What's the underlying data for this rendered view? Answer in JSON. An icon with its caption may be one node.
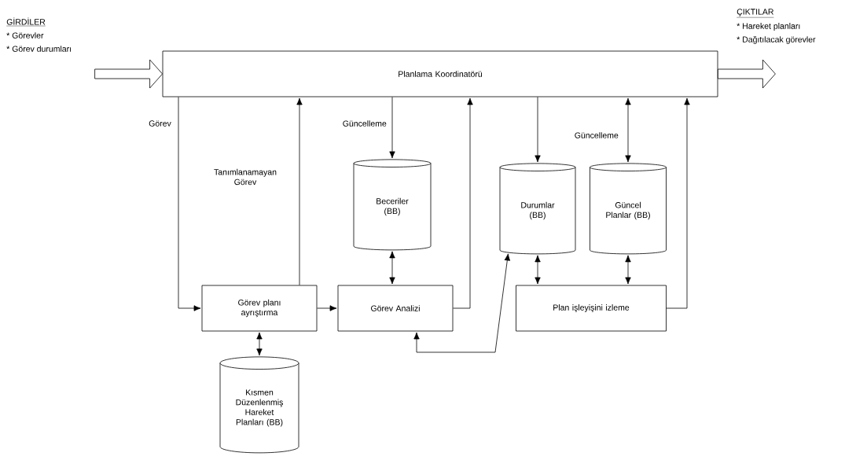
{
  "diagram": {
    "nodes": [
      {
        "text": [
          "Planlama Koordinatörü"
        ]
      },
      {
        "text": [
          "Beceriler (BB)"
        ]
      },
      {
        "text": [
          "Durumlar (BB)"
        ]
      },
      {
        "text": [
          "Güncel Planlar (BB)"
        ]
      },
      {
        "text": [
          "Görev planı ayrıştırma"
        ]
      },
      {
        "text": [
          "Görev Analizi"
        ]
      },
      {
        "text": [
          "Plan işleyişini izleme"
        ]
      },
      {
        "text": [
          "Kısmen Düzenlenmiş Hareket Planları (BB)"
        ]
      }
    ],
    "edges": [
      {
        "from": null,
        "to": 0,
        "arrow": "to"
      },
      {
        "from": 0,
        "to": null,
        "arrow": "to"
      },
      {
        "from": 0,
        "to": 4,
        "arrow": "to",
        "label": "Görev"
      },
      {
        "from": 4,
        "to": 0,
        "arrow": "to",
        "label": "Tanımlanamayan Görev"
      },
      {
        "from": 0,
        "to": 1,
        "arrow": "to",
        "label": "Güncelleme"
      },
      {
        "from": 1,
        "to": 5,
        "arrow": "both"
      },
      {
        "from": 5,
        "to": 0,
        "arrow": "to"
      },
      {
        "from": 4,
        "to": 5,
        "arrow": "to"
      },
      {
        "from": 0,
        "to": 2,
        "arrow": "to"
      },
      {
        "from": 3,
        "to": 0,
        "arrow": "both",
        "label": "Güncelleme"
      },
      {
        "from": 2,
        "to": 6,
        "arrow": "both"
      },
      {
        "from": 3,
        "to": 6,
        "arrow": "both"
      },
      {
        "from": 6,
        "to": 0,
        "arrow": "to"
      },
      {
        "from": 2,
        "to": 5,
        "arrow": "both"
      },
      {
        "from": 4,
        "to": 7,
        "arrow": "both"
      }
    ],
    "labels": [
      "GİRDİLER",
      "* Görevler",
      "* Görev durumları",
      "ÇIKTILAR",
      "* Hareket planları",
      "* Dağıtılacak görevler"
    ]
  }
}
